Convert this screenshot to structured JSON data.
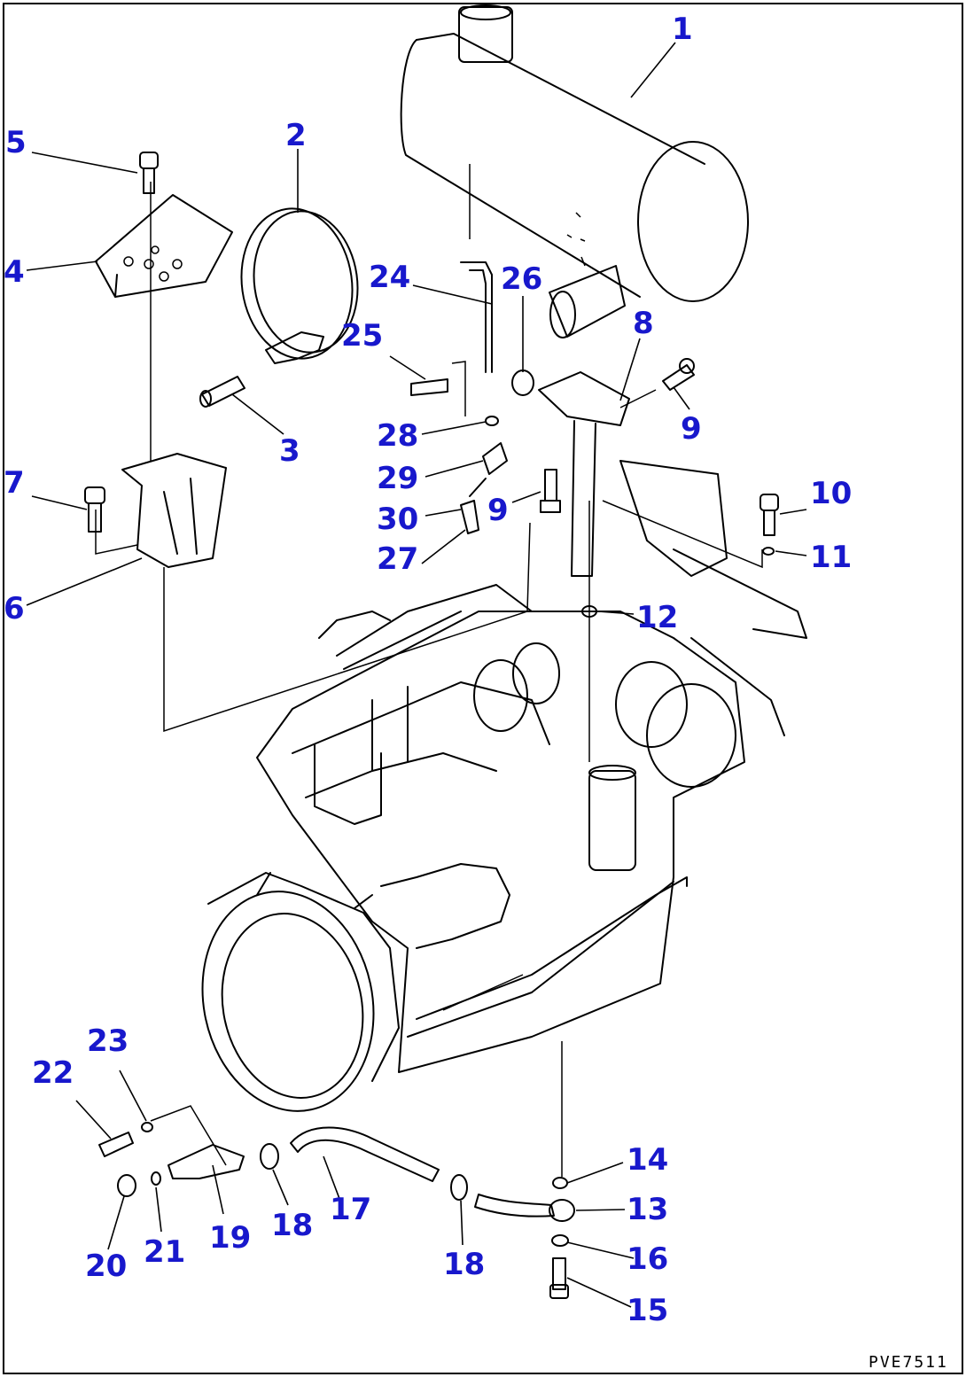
{
  "drawing": {
    "code": "PVE7511",
    "callout_color": "#1818cc",
    "line_color": "#000000",
    "background": "#ffffff"
  },
  "callouts": {
    "c1": "1",
    "c2": "2",
    "c3": "3",
    "c4": "4",
    "c5": "5",
    "c6": "6",
    "c7": "7",
    "c8": "8",
    "c9a": "9",
    "c9b": "9",
    "c10": "10",
    "c11": "11",
    "c12": "12",
    "c13": "13",
    "c14": "14",
    "c15": "15",
    "c16": "16",
    "c17": "17",
    "c18a": "18",
    "c18b": "18",
    "c19": "19",
    "c20": "20",
    "c21": "21",
    "c22": "22",
    "c23": "23",
    "c24": "24",
    "c25": "25",
    "c26": "26",
    "c27": "27",
    "c28": "28",
    "c29": "29",
    "c30": "30"
  }
}
